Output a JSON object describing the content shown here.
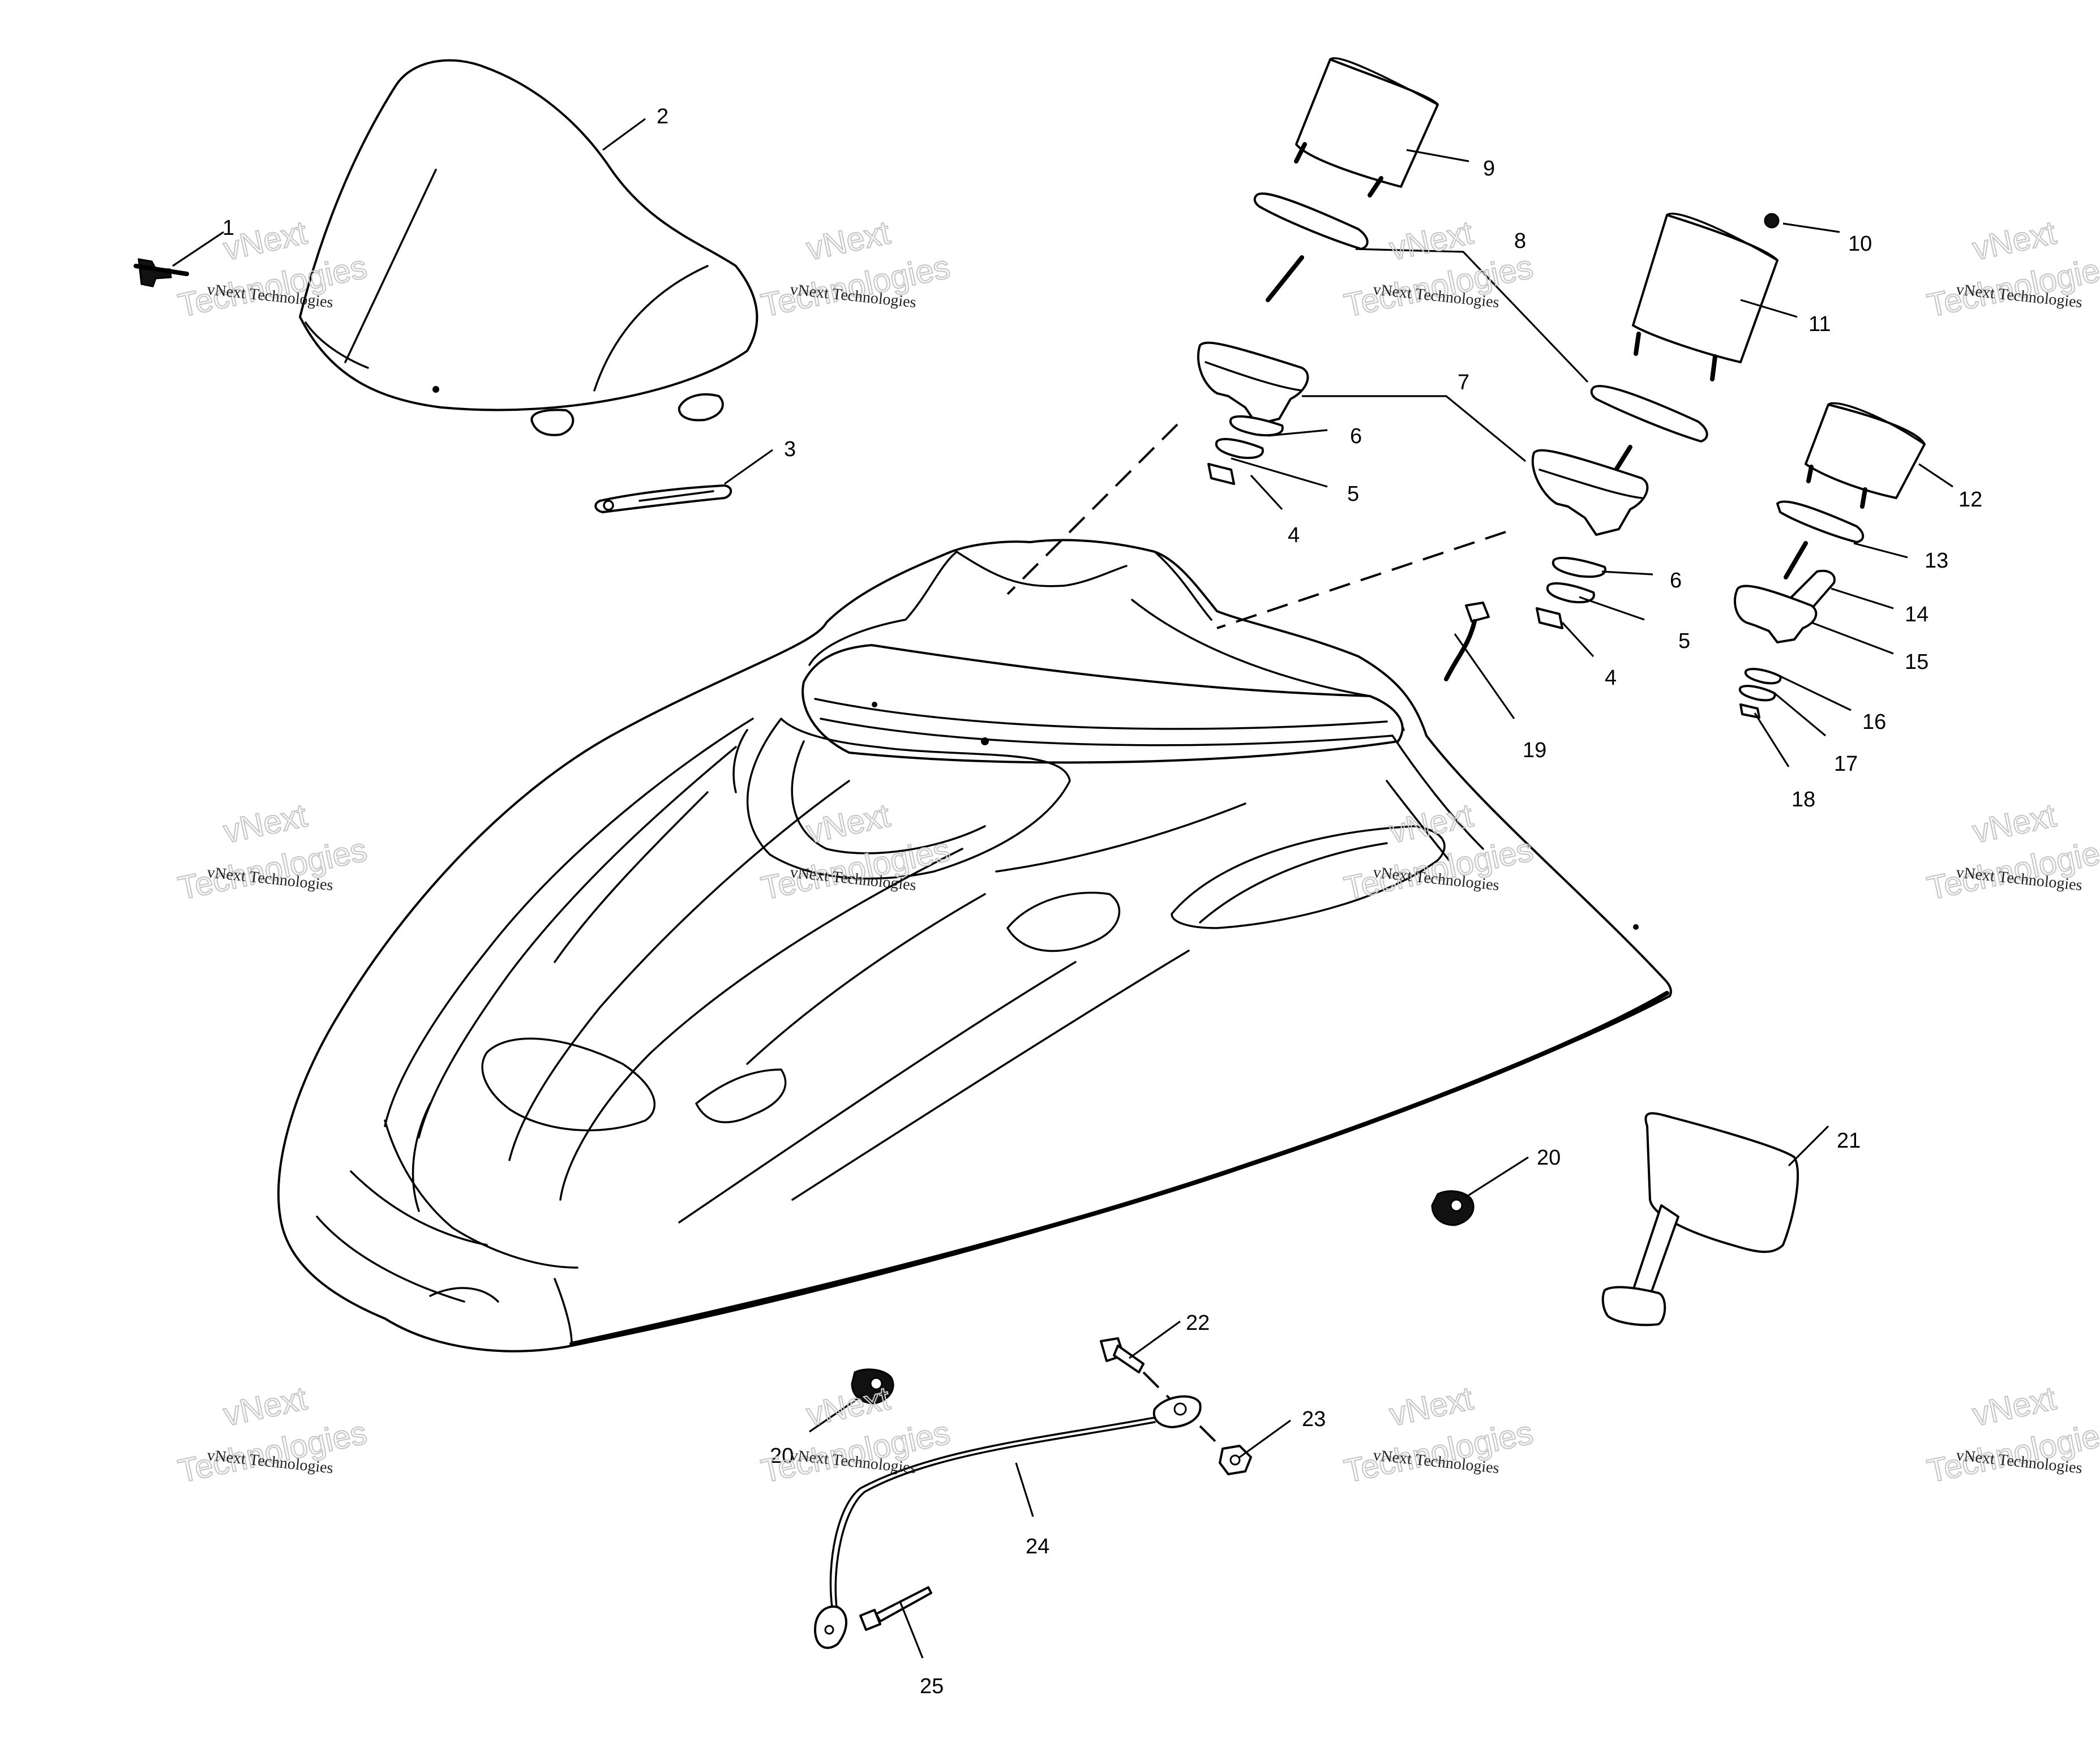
{
  "callouts": [
    "1",
    "2",
    "3",
    "4",
    "5",
    "6",
    "7",
    "8",
    "9",
    "10",
    "11",
    "12",
    "13",
    "14",
    "15",
    "16",
    "17",
    "18",
    "19",
    "20",
    "21",
    "22",
    "23",
    "24",
    "25"
  ],
  "watermark": {
    "small": "vNext Technologies",
    "large_line1": "vNext",
    "large_line2": "Technologies"
  }
}
